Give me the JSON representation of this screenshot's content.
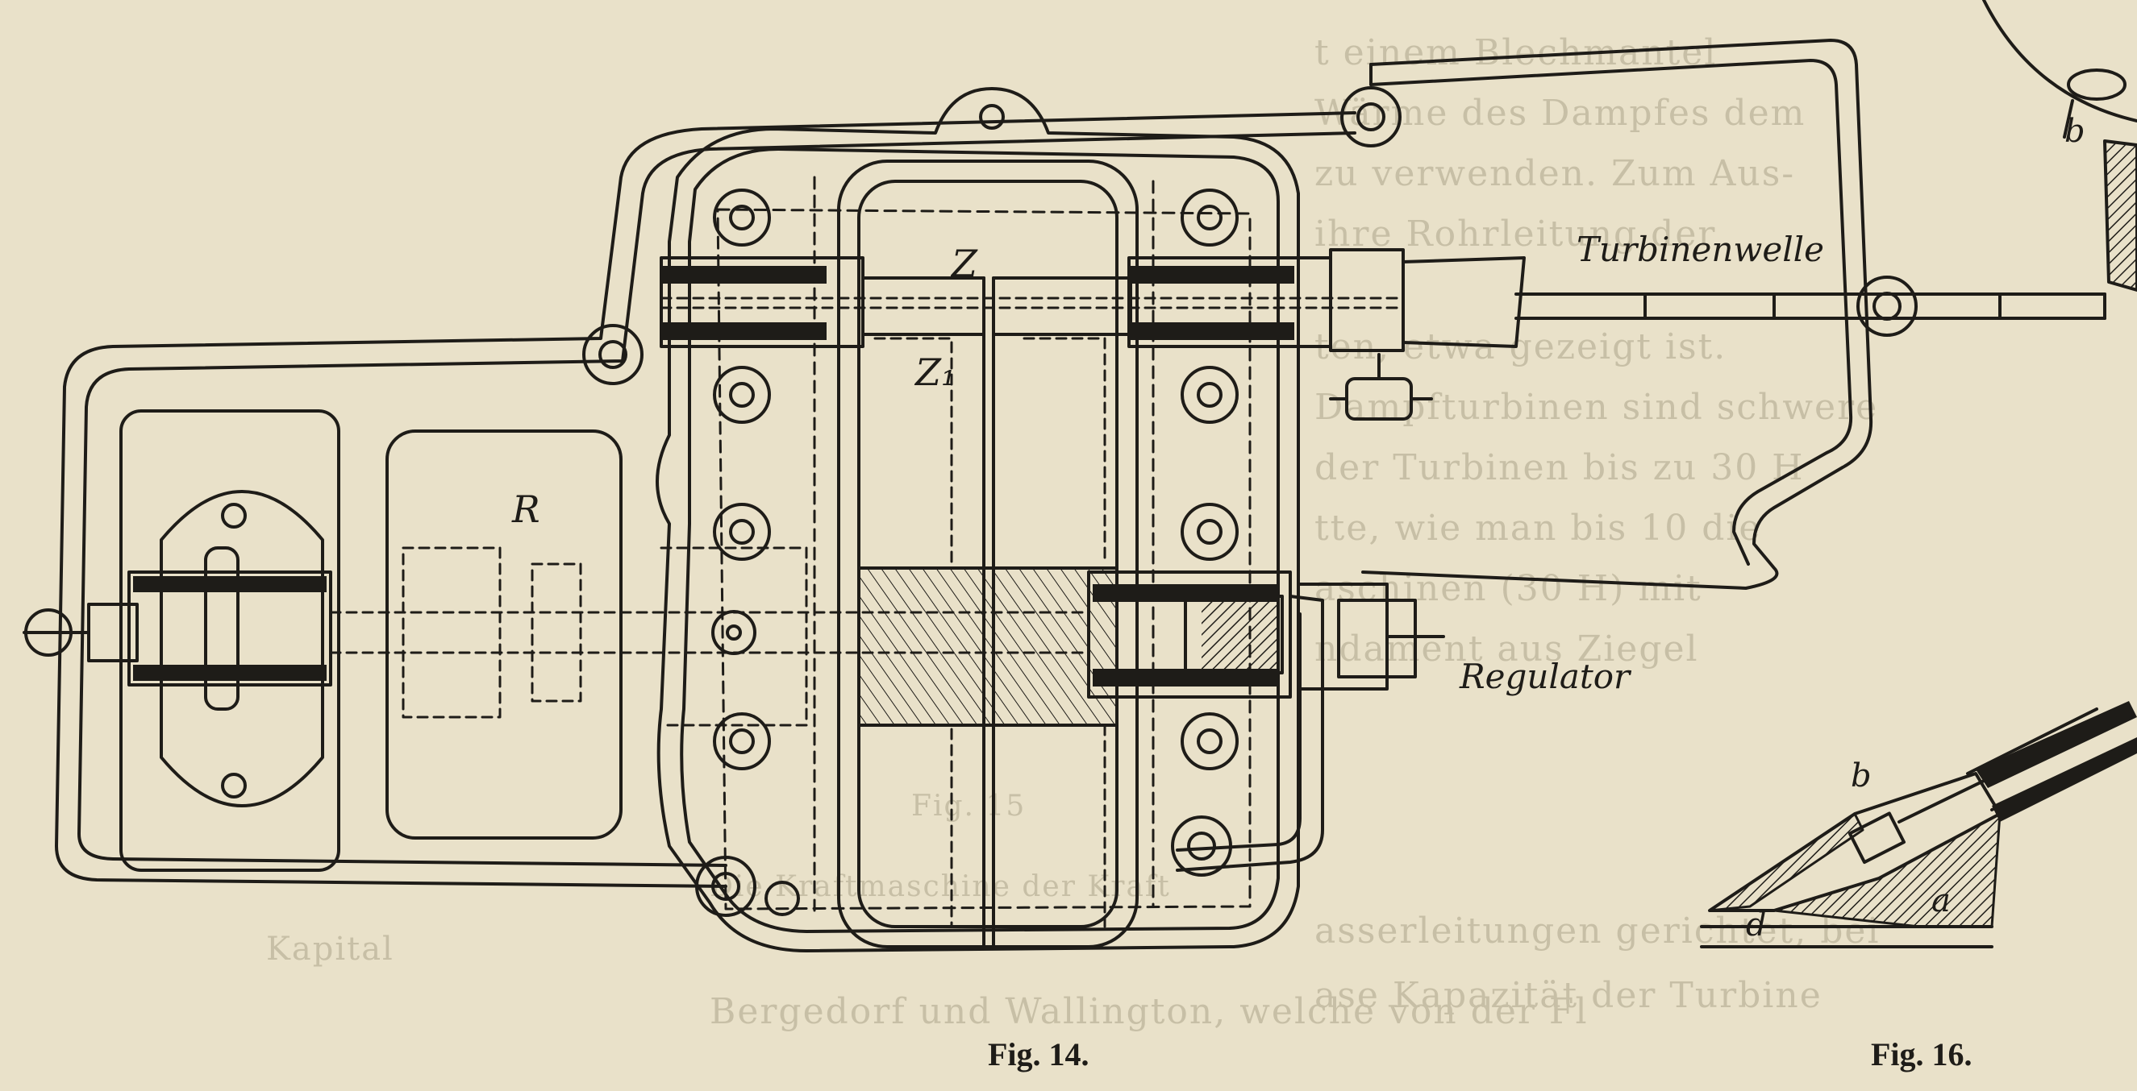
{
  "labels": {
    "turbinenwelle": "Turbinenwelle",
    "regulator": "Regulator",
    "z": "Z",
    "z1": "Z₁",
    "r": "R",
    "a": "a",
    "b_small": "b",
    "b_top": "b",
    "d": "d"
  },
  "captions": {
    "fig14": "Fig. 14.",
    "fig16": "Fig. 16."
  },
  "background_text": {
    "right_column": [
      "t einem Blechmantel",
      "Wärme des Dampfes dem",
      "zu verwenden. Zum Aus-",
      "ihre Rohrleitung der",
      "ten, etwa gezeigt ist.",
      "Dampfturbinen sind schwere",
      "der Turbinen bis zu 30 H",
      "tte, wie man bis 10 die",
      "aschinen (30 H) mit",
      "ndament aus Ziegel",
      "asserleitungen gerichtet, bei",
      "ase Kapazität der Turbine"
    ],
    "left_column": [
      "Fig. 15",
      "Die Kraftmaschine der Kraft",
      "Kapital",
      "Bergedorf und Wallington, welche von der Fl"
    ]
  },
  "colors": {
    "paper": "#e9e1c9",
    "ink": "#1e1c18",
    "faint_text": "#c7bfa6"
  }
}
